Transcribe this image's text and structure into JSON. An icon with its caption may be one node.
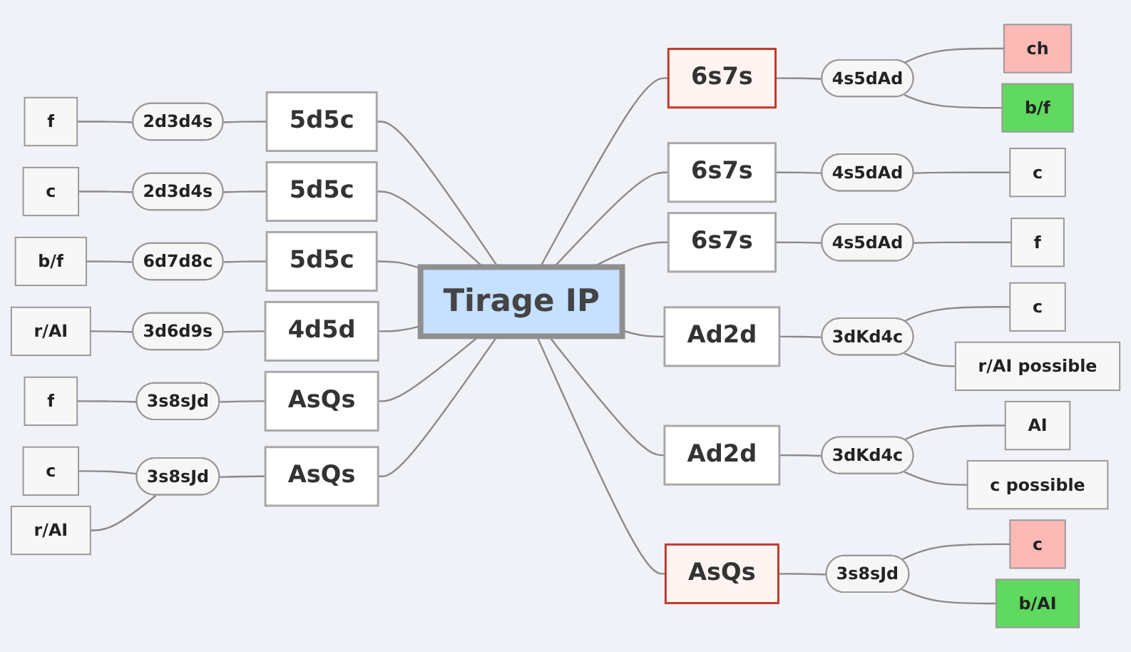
{
  "diagram": {
    "nodes": [
      {
        "text": [
          "Tirage IP"
        ]
      },
      {
        "text": [
          "6s7s"
        ]
      },
      {
        "text": [
          "4s5dAd"
        ]
      },
      {
        "text": [
          "ch"
        ]
      },
      {
        "text": [
          "b/f"
        ]
      },
      {
        "text": [
          "6s7s"
        ]
      },
      {
        "text": [
          "4s5dAd"
        ]
      },
      {
        "text": [
          "c"
        ]
      },
      {
        "text": [
          "6s7s"
        ]
      },
      {
        "text": [
          "4s5dAd"
        ]
      },
      {
        "text": [
          "f"
        ]
      },
      {
        "text": [
          "Ad2d"
        ]
      },
      {
        "text": [
          "3dKd4c"
        ]
      },
      {
        "text": [
          "c"
        ]
      },
      {
        "text": [
          "r/AI possible"
        ]
      },
      {
        "text": [
          "Ad2d"
        ]
      },
      {
        "text": [
          "3dKd4c"
        ]
      },
      {
        "text": [
          "AI"
        ]
      },
      {
        "text": [
          "c possible"
        ]
      },
      {
        "text": [
          "AsQs"
        ]
      },
      {
        "text": [
          "3s8sJd"
        ]
      },
      {
        "text": [
          "c"
        ]
      },
      {
        "text": [
          "b/AI"
        ]
      },
      {
        "text": [
          "5d5c"
        ]
      },
      {
        "text": [
          "2d3d4s"
        ]
      },
      {
        "text": [
          "f"
        ]
      },
      {
        "text": [
          "5d5c"
        ]
      },
      {
        "text": [
          "2d3d4s"
        ]
      },
      {
        "text": [
          "c"
        ]
      },
      {
        "text": [
          "5d5c"
        ]
      },
      {
        "text": [
          "6d7d8c"
        ]
      },
      {
        "text": [
          "b/f"
        ]
      },
      {
        "text": [
          "4d5d"
        ]
      },
      {
        "text": [
          "3d6d9s"
        ]
      },
      {
        "text": [
          "r/AI"
        ]
      },
      {
        "text": [
          "AsQs"
        ]
      },
      {
        "text": [
          "3s8sJd"
        ]
      },
      {
        "text": [
          "f"
        ]
      },
      {
        "text": [
          "AsQs"
        ]
      },
      {
        "text": [
          "3s8sJd"
        ]
      },
      {
        "text": [
          "c"
        ]
      },
      {
        "text": [
          "r/AI"
        ]
      }
    ],
    "edges": [
      {
        "from": 0,
        "to": 1,
        "arrow": "none"
      },
      {
        "from": 1,
        "to": 2,
        "arrow": "none"
      },
      {
        "from": 2,
        "to": 3,
        "arrow": "none"
      },
      {
        "from": 2,
        "to": 4,
        "arrow": "none"
      },
      {
        "from": 0,
        "to": 5,
        "arrow": "none"
      },
      {
        "from": 5,
        "to": 6,
        "arrow": "none"
      },
      {
        "from": 6,
        "to": 7,
        "arrow": "none"
      },
      {
        "from": 0,
        "to": 8,
        "arrow": "none"
      },
      {
        "from": 8,
        "to": 9,
        "arrow": "none"
      },
      {
        "from": 9,
        "to": 10,
        "arrow": "none"
      },
      {
        "from": 0,
        "to": 11,
        "arrow": "none"
      },
      {
        "from": 11,
        "to": 12,
        "arrow": "none"
      },
      {
        "from": 12,
        "to": 13,
        "arrow": "none"
      },
      {
        "from": 12,
        "to": 14,
        "arrow": "none"
      },
      {
        "from": 0,
        "to": 15,
        "arrow": "none"
      },
      {
        "from": 15,
        "to": 16,
        "arrow": "none"
      },
      {
        "from": 16,
        "to": 17,
        "arrow": "none"
      },
      {
        "from": 16,
        "to": 18,
        "arrow": "none"
      },
      {
        "from": 0,
        "to": 19,
        "arrow": "none"
      },
      {
        "from": 19,
        "to": 20,
        "arrow": "none"
      },
      {
        "from": 20,
        "to": 21,
        "arrow": "none"
      },
      {
        "from": 20,
        "to": 22,
        "arrow": "none"
      },
      {
        "from": 0,
        "to": 23,
        "arrow": "none"
      },
      {
        "from": 23,
        "to": 24,
        "arrow": "none"
      },
      {
        "from": 24,
        "to": 25,
        "arrow": "none"
      },
      {
        "from": 0,
        "to": 26,
        "arrow": "none"
      },
      {
        "from": 26,
        "to": 27,
        "arrow": "none"
      },
      {
        "from": 27,
        "to": 28,
        "arrow": "none"
      },
      {
        "from": 0,
        "to": 29,
        "arrow": "none"
      },
      {
        "from": 29,
        "to": 30,
        "arrow": "none"
      },
      {
        "from": 30,
        "to": 31,
        "arrow": "none"
      },
      {
        "from": 0,
        "to": 32,
        "arrow": "none"
      },
      {
        "from": 32,
        "to": 33,
        "arrow": "none"
      },
      {
        "from": 33,
        "to": 34,
        "arrow": "none"
      },
      {
        "from": 0,
        "to": 35,
        "arrow": "none"
      },
      {
        "from": 35,
        "to": 36,
        "arrow": "none"
      },
      {
        "from": 36,
        "to": 37,
        "arrow": "none"
      },
      {
        "from": 0,
        "to": 38,
        "arrow": "none"
      },
      {
        "from": 38,
        "to": 39,
        "arrow": "none"
      },
      {
        "from": 39,
        "to": 40,
        "arrow": "none"
      },
      {
        "from": 39,
        "to": 41,
        "arrow": "none"
      }
    ]
  }
}
